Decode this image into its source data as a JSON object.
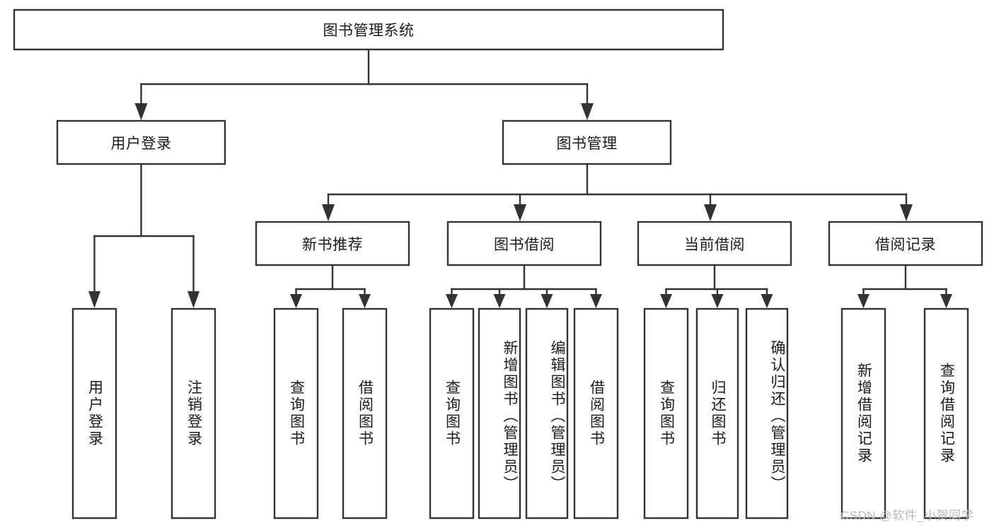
{
  "diagram": {
    "title": "图书管理系统",
    "type": "tree-hierarchy-chart",
    "colors": {
      "box_stroke": "#333333",
      "box_fill": "#ffffff",
      "text": "#1a1a1a",
      "background": "#ffffff",
      "watermark": "#b9b9b9"
    },
    "root": {
      "label": "图书管理系统"
    },
    "level2": [
      {
        "label": "用户登录"
      },
      {
        "label": "图书管理"
      }
    ],
    "level3": [
      {
        "label": "新书推荐"
      },
      {
        "label": "图书借阅"
      },
      {
        "label": "当前借阅"
      },
      {
        "label": "借阅记录"
      }
    ],
    "leaves": {
      "user_login": [
        {
          "label": "用户登录"
        },
        {
          "label": "注销登录"
        }
      ],
      "new_book_recommend": [
        {
          "label": "查询图书"
        },
        {
          "label": "借阅图书"
        }
      ],
      "book_borrow": [
        {
          "label": "查询图书"
        },
        {
          "label": "新增图书（管理员）"
        },
        {
          "label": "编辑图书（管理员）"
        },
        {
          "label": "借阅图书"
        }
      ],
      "current_borrow": [
        {
          "label": "查询图书"
        },
        {
          "label": "归还图书"
        },
        {
          "label": "确认归还（管理员）"
        }
      ],
      "borrow_record": [
        {
          "label": "新增借阅记录"
        },
        {
          "label": "查询借阅记录"
        }
      ]
    },
    "watermark": "CSDN @软件_小贺同学"
  }
}
